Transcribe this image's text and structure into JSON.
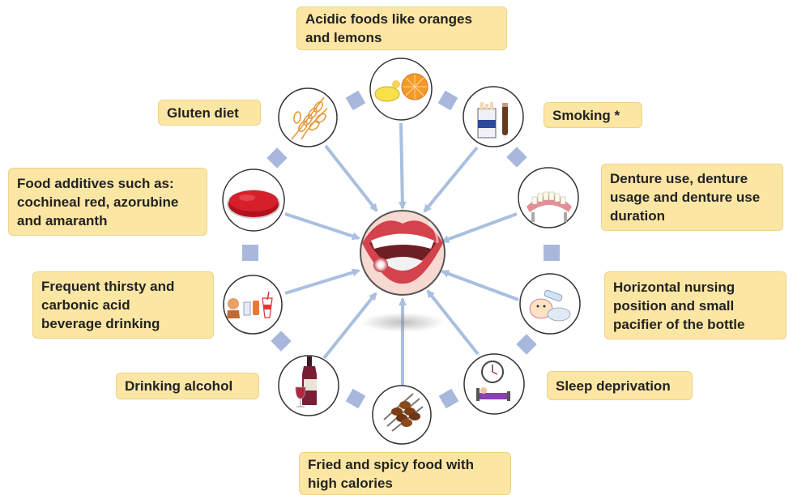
{
  "colors": {
    "label_fill": "#fce6a4",
    "label_border": "#ecd389",
    "arrow": "#a9bfdf",
    "connector_square": "#a7b8dc",
    "circle_stroke": "#333333",
    "lips": "#d4424c"
  },
  "center": {
    "name": "mouth-ulcer",
    "icon": "mouth-with-ulcer-icon"
  },
  "factors": [
    {
      "id": "acidic",
      "icon": "lemon-orange-icon",
      "lines": [
        "Acidic foods like oranges",
        "and lemons"
      ]
    },
    {
      "id": "smoking",
      "icon": "cigarette-pack-icon",
      "lines": [
        "Smoking *"
      ]
    },
    {
      "id": "denture",
      "icon": "denture-icon",
      "lines": [
        "Denture use, denture",
        "usage and denture use",
        "duration"
      ]
    },
    {
      "id": "nursing",
      "icon": "baby-bottle-icon",
      "lines": [
        "Horizontal nursing",
        "position and small",
        "pacifier of the bottle"
      ]
    },
    {
      "id": "sleep",
      "icon": "clock-bed-icon",
      "lines": [
        "Sleep deprivation"
      ]
    },
    {
      "id": "fried",
      "icon": "kebab-skewers-icon",
      "lines": [
        "Fried and spicy food  with",
        "high calories"
      ]
    },
    {
      "id": "alcohol",
      "icon": "wine-bottle-glass-icon",
      "lines": [
        "Drinking alcohol"
      ]
    },
    {
      "id": "thirsty",
      "icon": "person-drinks-icon",
      "lines": [
        "Frequent thirsty and",
        "carbonic acid",
        "beverage  drinking"
      ]
    },
    {
      "id": "additives",
      "icon": "red-dye-dish-icon",
      "lines": [
        "Food additives such as:",
        "cochineal red, azorubine",
        "and amaranth"
      ]
    },
    {
      "id": "gluten",
      "icon": "wheat-icon",
      "lines": [
        "Gluten diet"
      ]
    }
  ]
}
